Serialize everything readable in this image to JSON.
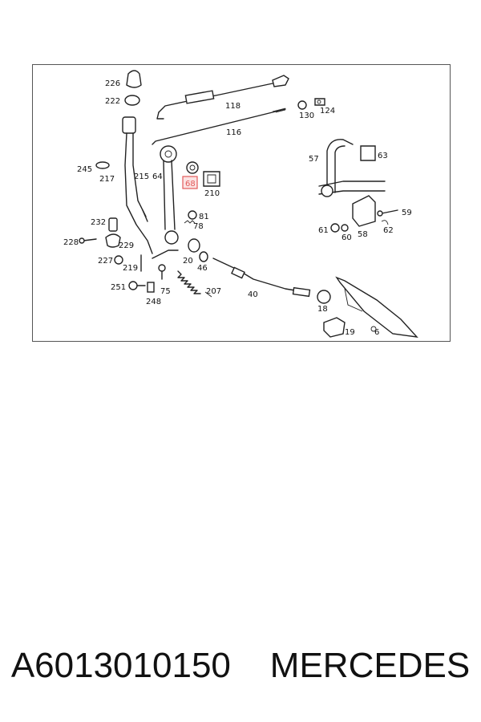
{
  "labels": {
    "226": "226",
    "222": "222",
    "118": "118",
    "130": "130",
    "124": "124",
    "116": "116",
    "57": "57",
    "63": "63",
    "245": "245",
    "217": "217",
    "215": "215",
    "64": "64",
    "68": "68",
    "210": "210",
    "81": "81",
    "78": "78",
    "232": "232",
    "228": "228",
    "229": "229",
    "227": "227",
    "219": "219",
    "20": "20",
    "46": "46",
    "207": "207",
    "40": "40",
    "75": "75",
    "251": "251",
    "248": "248",
    "59": "59",
    "61": "61",
    "60": "60",
    "58": "58",
    "62": "62",
    "18": "18",
    "19": "19",
    "6": "6"
  },
  "highlight": {
    "label": "68",
    "color": "#e35b5b"
  },
  "caption": {
    "part_number": "A6013010150",
    "brand": "MERCEDES"
  }
}
